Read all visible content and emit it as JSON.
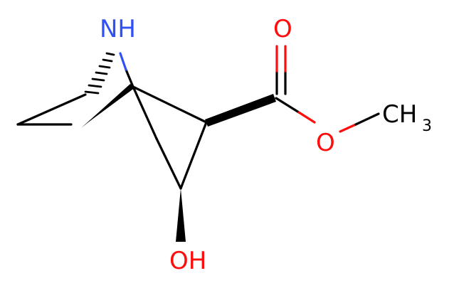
{
  "molecule": {
    "atoms": {
      "amine": "NH",
      "carbonyl_oxygen": "O",
      "ester_oxygen": "O",
      "methyl_main": "CH",
      "methyl_sub": "3",
      "hydroxyl": "OH"
    },
    "colors": {
      "carbon": "#000000",
      "nitrogen": "#3050f8",
      "oxygen": "#ff0d0d"
    }
  }
}
